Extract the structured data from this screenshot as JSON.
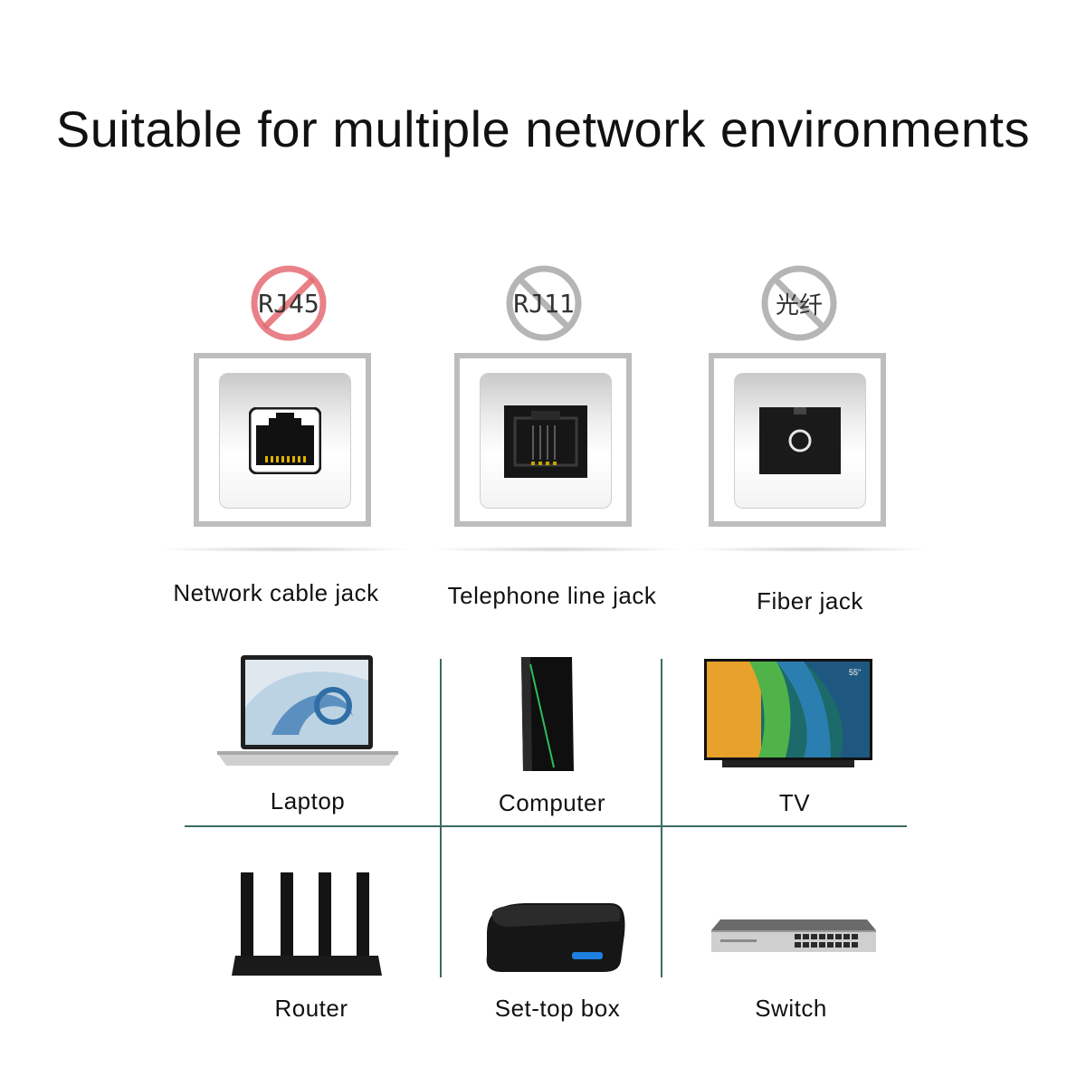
{
  "title": "Suitable for multiple network environments",
  "jacks": [
    {
      "badge": "RJ45",
      "label": "Network cable jack",
      "badge_color": "#e46b73"
    },
    {
      "badge": "RJ11",
      "label": "Telephone line jack",
      "badge_color": "#b5b5b5"
    },
    {
      "badge": "光纤",
      "label": "Fiber jack",
      "badge_color": "#b5b5b5"
    }
  ],
  "devices": [
    {
      "label": "Laptop",
      "icon": "laptop-icon"
    },
    {
      "label": "Computer",
      "icon": "computer-tower-icon"
    },
    {
      "label": "TV",
      "icon": "tv-icon"
    },
    {
      "label": "Router",
      "icon": "router-icon"
    },
    {
      "label": "Set-top box",
      "icon": "set-top-box-icon"
    },
    {
      "label": "Switch",
      "icon": "network-switch-icon"
    }
  ],
  "tv_screen_text": "55\"",
  "colors": {
    "grid_line": "#3b6b63",
    "accent_green": "#2dbf5a",
    "jack_border": "#bdbdbd"
  }
}
